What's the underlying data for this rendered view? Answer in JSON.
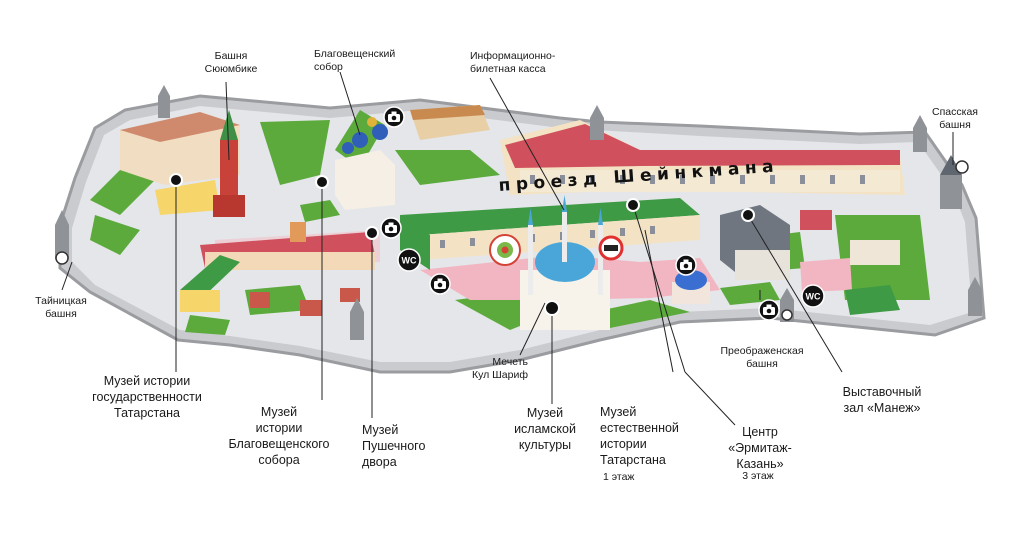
{
  "map": {
    "street_label": "проезд Шейнкмана",
    "wc_label": "WC",
    "labels": {
      "syuyumbike_tower": "Башня\nСююмбике",
      "annunciation_cathedral": "Благовещенский\nсобор",
      "info_ticket_office": "Информационно-\nбилетная касса",
      "spasskaya_tower": "Спасская\nбашня",
      "tainitskaya_tower": "Тайницкая\nбашня",
      "museum_statehood": "Музей истории\nгосударственности\nТатарстана",
      "museum_annunciation": "Музей\nистории\nБлаговещенского\nсобора",
      "museum_cannon_yard": "Музей\nПушечного\nдвора",
      "kul_sharif_mosque": "Мечеть\nКул Шариф",
      "museum_islamic_culture": "Музей\nисламской\nкультуры",
      "museum_natural_history": "Музей\nестественной\nистории\nТатарстана",
      "museum_natural_history_floor": "1 этаж",
      "hermitage_kazan": "Центр\n«Эрмитаж-\nКазань»",
      "hermitage_kazan_floor": "3 этаж",
      "preobrazhenskaya_tower": "Преображенская\nбашня",
      "manezh_hall": "Выставочный\nзал «Манеж»"
    },
    "colors": {
      "lawn": "#5caa3c",
      "roof_green": "#3f9a45",
      "roof_red": "#d0515d",
      "pavement": "#e4e6ea",
      "plaza_pink": "#f2b6c2",
      "wall": "#b3b5b8"
    }
  }
}
